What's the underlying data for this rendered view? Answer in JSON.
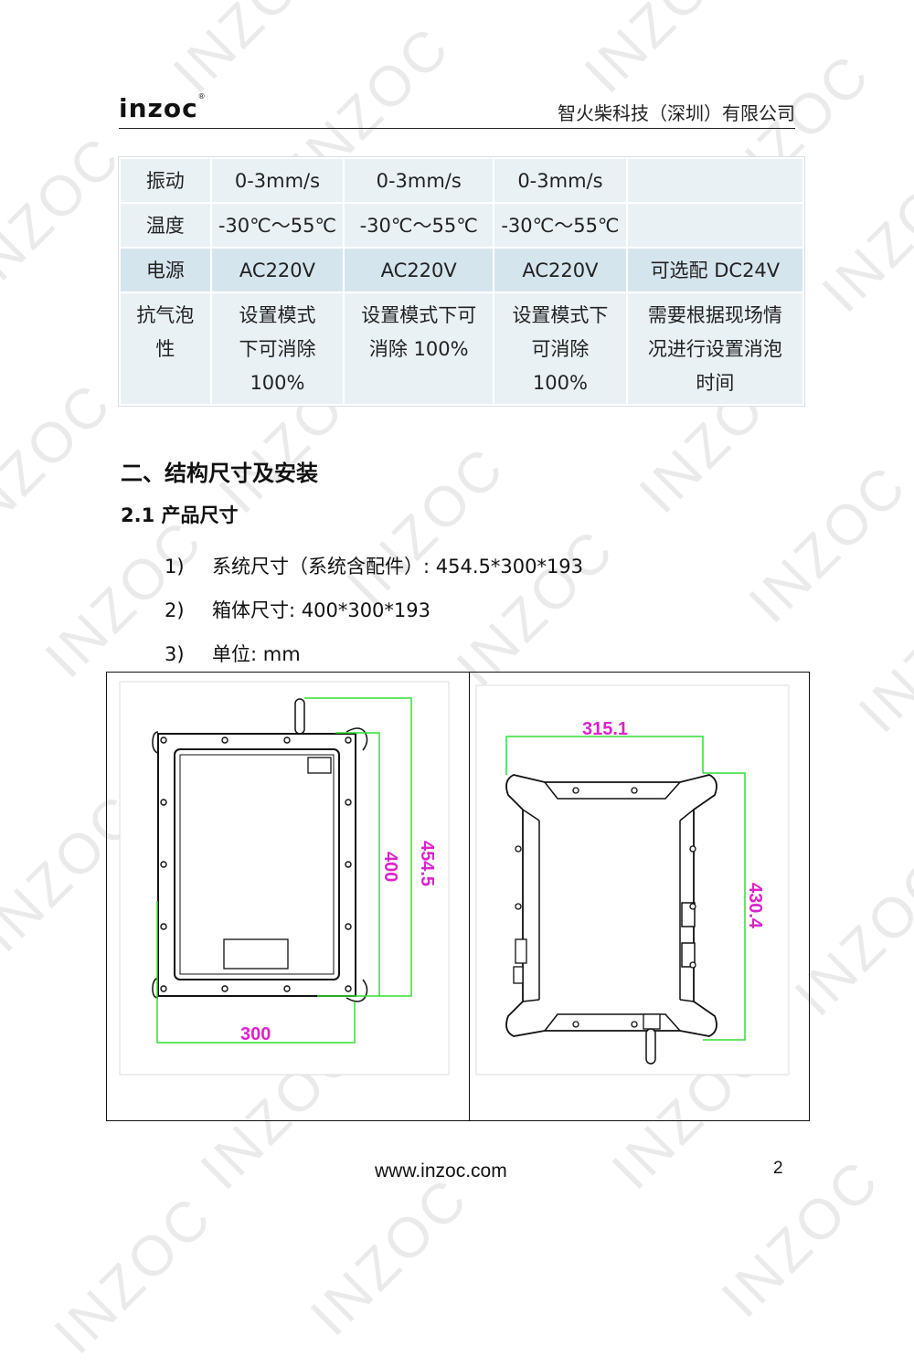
{
  "header": {
    "logo_text": "inzoc",
    "logo_mark": "®",
    "company": "智火柴科技（深圳）有限公司"
  },
  "watermark": "INZOC",
  "spec_table": {
    "rows": [
      {
        "label": "振动",
        "cells": [
          "0-3mm/s",
          "0-3mm/s",
          "0-3mm/s",
          ""
        ],
        "style": "light"
      },
      {
        "label": "温度",
        "cells": [
          "-30℃～55℃",
          "-30℃～55℃",
          "-30℃～55℃",
          ""
        ],
        "style": "light"
      },
      {
        "label": "电源",
        "cells": [
          "AC220V",
          "AC220V",
          "AC220V",
          "可选配 DC24V"
        ],
        "style": "dark"
      },
      {
        "label": "抗气泡性",
        "cells": [
          "设置模式下可消除100%",
          "设置模式下可消除 100%",
          "设置模式下可消除100%",
          "需要根据现场情况进行设置消泡时间"
        ],
        "style": "light"
      }
    ]
  },
  "section": {
    "heading": "二、结构尺寸及安装",
    "subheading": "2.1 产品尺寸",
    "items": [
      {
        "num": "1)",
        "text": "系统尺寸（系统含配件）: 454.5*300*193"
      },
      {
        "num": "2)",
        "text": "箱体尺寸: 400*300*193"
      },
      {
        "num": "3)",
        "text": "单位: mm"
      }
    ]
  },
  "figure": {
    "front_view": {
      "height_overall": "454.5",
      "height_box": "400",
      "width": "300"
    },
    "side_view": {
      "width": "315.1",
      "height": "430.4"
    },
    "dimension_line_color": "#33dd33",
    "dimension_text_color": "#dd22cc"
  },
  "footer": {
    "url": "www.inzoc.com",
    "page": "2"
  }
}
